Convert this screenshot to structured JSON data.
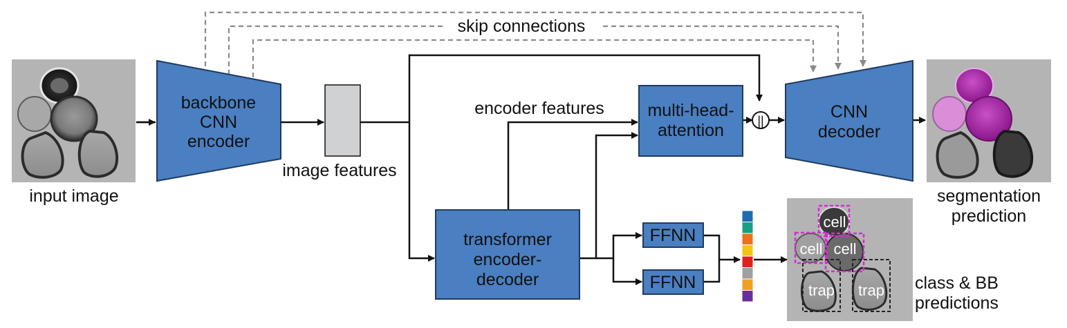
{
  "labels": {
    "skip": "skip connections",
    "input_image": "input image",
    "image_features": "image features",
    "encoder_features": "encoder features",
    "segmentation_line1": "segmentation",
    "segmentation_line2": "prediction",
    "class_bb_line1": "class & BB",
    "class_bb_line2": "predictions",
    "concat_symbol": "||"
  },
  "blocks": {
    "backbone": [
      "backbone",
      "CNN",
      "encoder"
    ],
    "mha": [
      "multi-head-",
      "attention"
    ],
    "cnn_decoder": [
      "CNN",
      "decoder"
    ],
    "transformer": [
      "transformer",
      "encoder-",
      "decoder"
    ],
    "ffnn_top": "FFNN",
    "ffnn_bottom": "FFNN"
  },
  "detections": [
    {
      "label": "cell",
      "kind": "cell"
    },
    {
      "label": "cell",
      "kind": "cell"
    },
    {
      "label": "cell",
      "kind": "cell"
    },
    {
      "label": "trap",
      "kind": "trap"
    },
    {
      "label": "trap",
      "kind": "trap"
    }
  ],
  "colors": {
    "block_fill": "#4a7fc1",
    "block_stroke": "#1f3a5f",
    "feature_gray": "#d0d1d3",
    "arrow": "#111111",
    "skip_dashed": "#8a8a8a",
    "cell_box": "#d12fd1",
    "trap_box": "#222222",
    "segmentation_magenta": "#b236b4",
    "segmentation_pink": "#d98fd8"
  },
  "class_vector_colors": [
    "#1f6db0",
    "#18a080",
    "#e8731a",
    "#f2c414",
    "#e02020",
    "#a0a0a0",
    "#f0a020",
    "#6a2f9a"
  ]
}
